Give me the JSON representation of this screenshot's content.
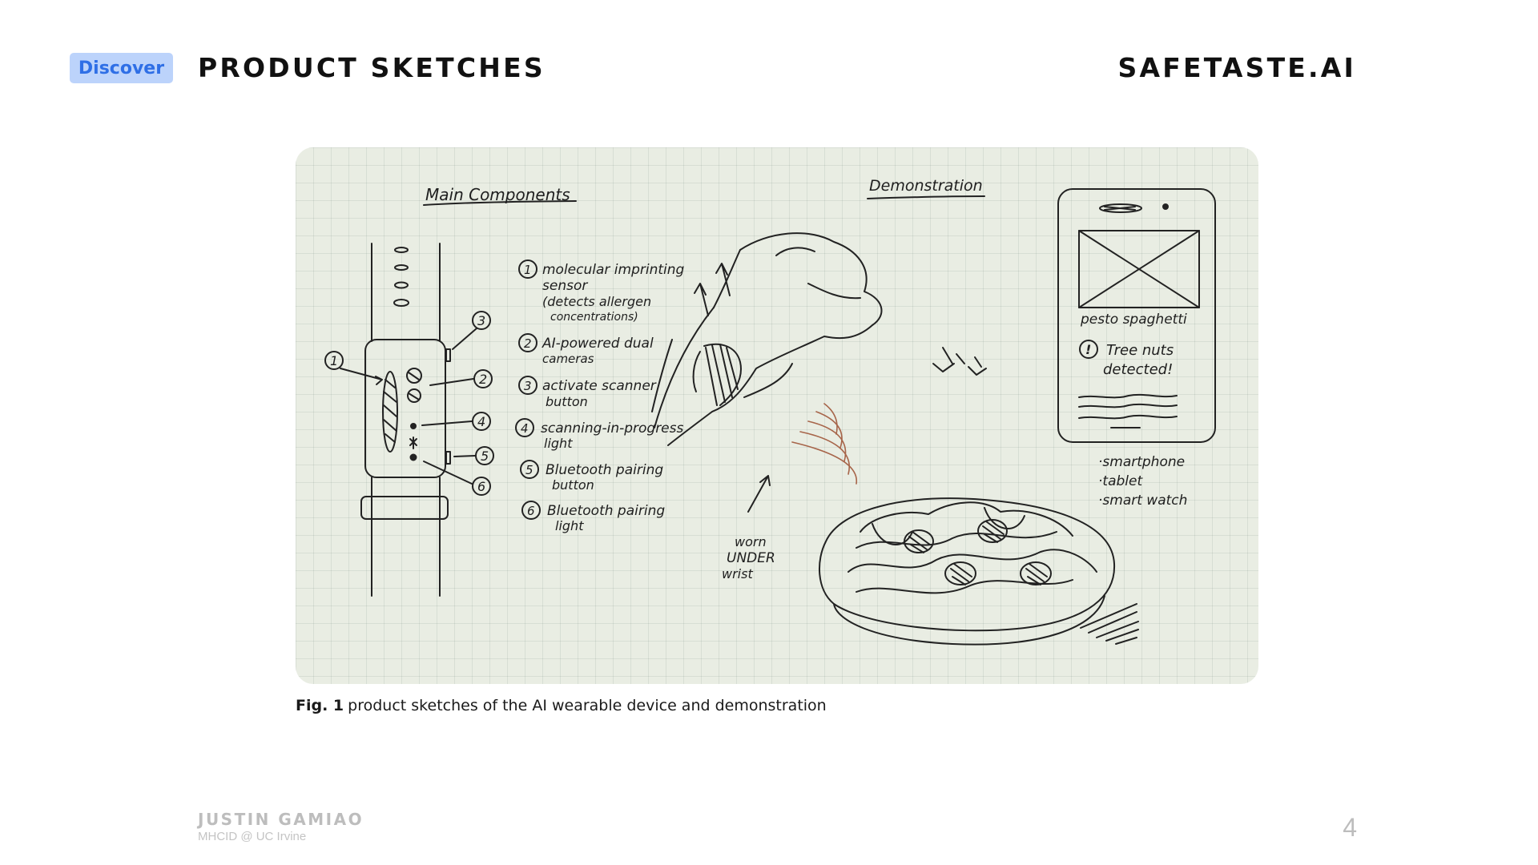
{
  "header": {
    "tag": "Discover",
    "title": "PRODUCT SKETCHES",
    "brand": "SAFETASTE.AI"
  },
  "figure": {
    "heading_components": "Main Components",
    "heading_demo": "Demonstration",
    "components": [
      {
        "num": "1",
        "lines": [
          "molecular imprinting",
          "sensor",
          "(detects allergen",
          "concentrations)"
        ]
      },
      {
        "num": "2",
        "lines": [
          "AI-powered dual",
          "cameras"
        ]
      },
      {
        "num": "3",
        "lines": [
          "activate scanner",
          "button"
        ]
      },
      {
        "num": "4",
        "lines": [
          "scanning-in-progress",
          "light"
        ]
      },
      {
        "num": "5",
        "lines": [
          "Bluetooth pairing",
          "button"
        ]
      },
      {
        "num": "6",
        "lines": [
          "Bluetooth pairing",
          "light"
        ]
      }
    ],
    "worn_note": [
      "worn",
      "UNDER",
      "wrist"
    ],
    "phone": {
      "dish": "pesto spaghetti",
      "alert_mark": "!",
      "alert_lines": [
        "Tree nuts",
        "detected!"
      ]
    },
    "devices": [
      "·smartphone",
      "·tablet",
      "·smart watch"
    ]
  },
  "caption": {
    "label": "Fig. 1",
    "text": "product sketches of the AI wearable device and demonstration"
  },
  "footer": {
    "author": "JUSTIN GAMIAO",
    "affiliation": "MHCID @ UC Irvine",
    "page": "4"
  }
}
